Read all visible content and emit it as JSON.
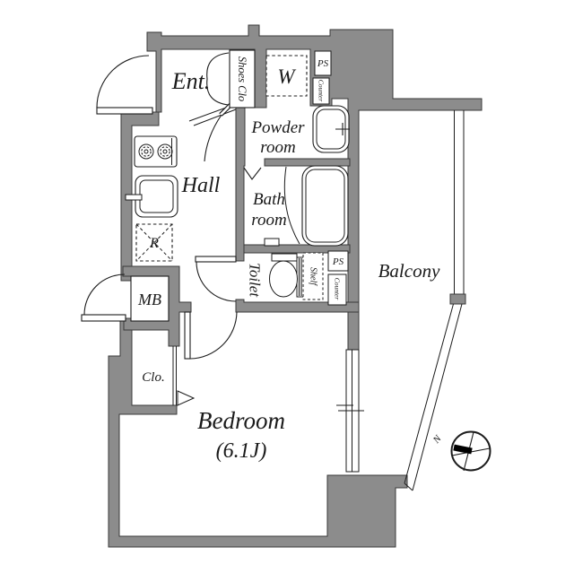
{
  "page": {
    "background": "#ffffff",
    "type": "apartment-floor-plan"
  },
  "colors": {
    "wall_fill": "#8c8c8c",
    "wall_outline": "#3a3a3a",
    "line": "#1c1c1c",
    "text": "#1a1a1a"
  },
  "labels": {
    "entrance": "Ent.",
    "shoes_closet": "Shoes Clo",
    "washer": "W",
    "pipe_space_top": "PS",
    "counter_top": "Counter",
    "powder_line1": "Powder",
    "powder_line2": "room",
    "hall": "Hall",
    "bath_line1": "Bath",
    "bath_line2": "room",
    "toilet": "Toilet",
    "shelf": "Shelf",
    "pipe_space_mid": "PS",
    "counter_mid": "Counter",
    "refrigerator": "R",
    "meter_box": "MB",
    "closet": "Clo.",
    "bedroom": "Bedroom",
    "bedroom_area": "(6.1J)",
    "balcony": "Balcony",
    "compass_north": "N"
  }
}
